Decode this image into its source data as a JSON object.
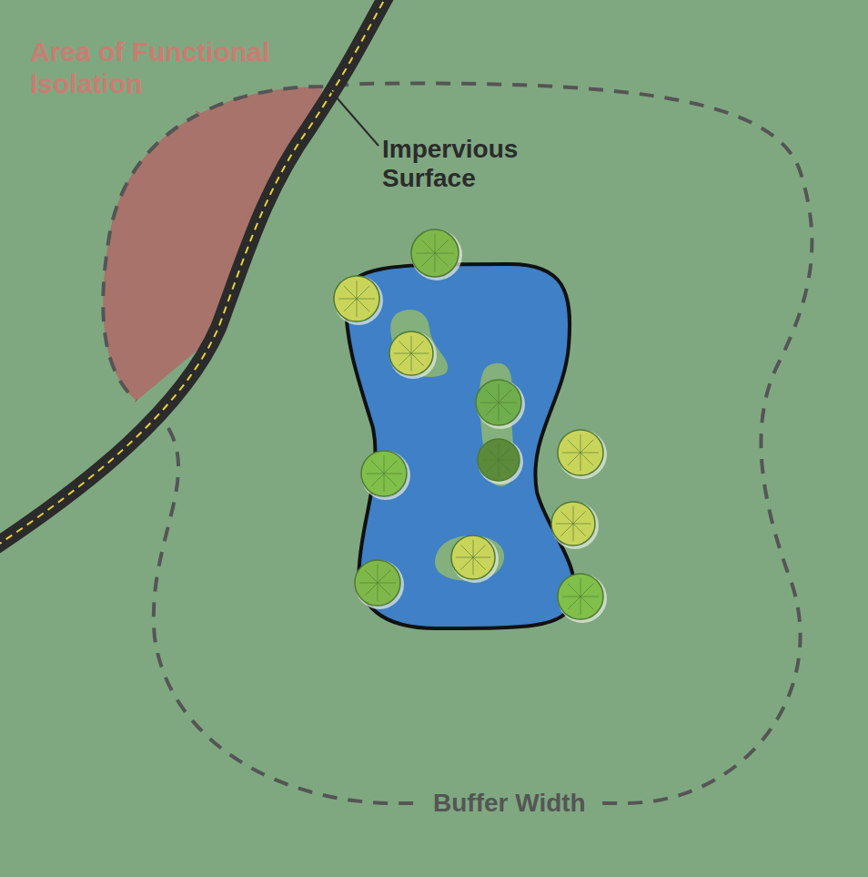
{
  "diagram": {
    "labels": [
      "Area of Functional Isolation",
      "Impervious Surface",
      "Buffer Width"
    ]
  }
}
